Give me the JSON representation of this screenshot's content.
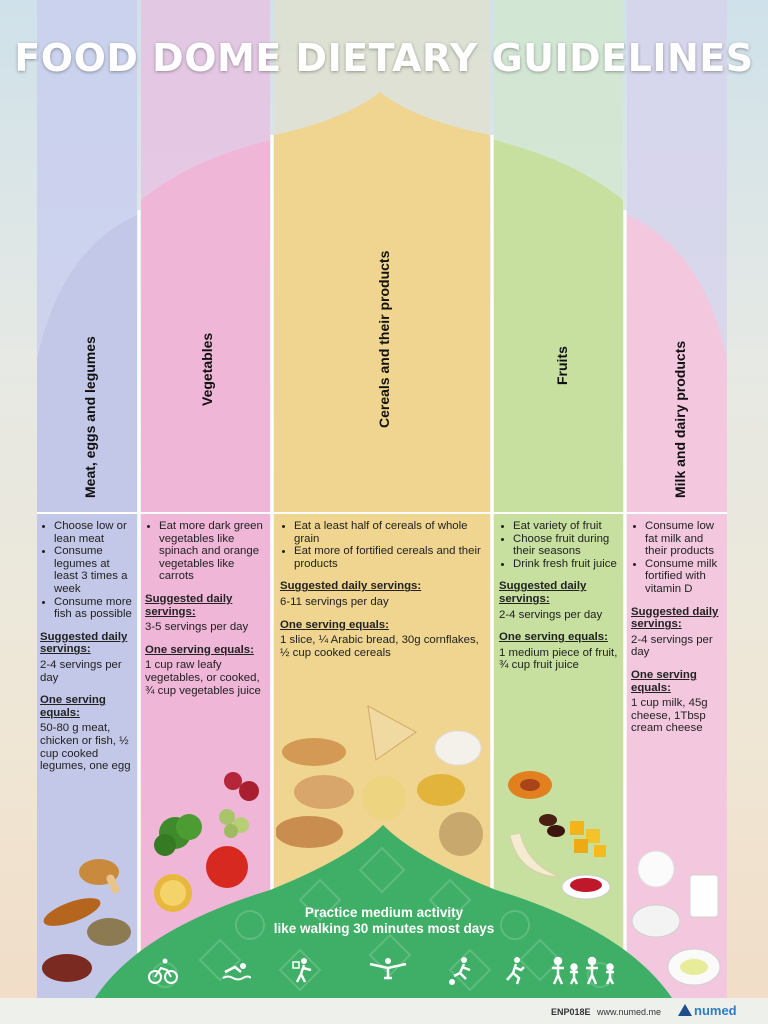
{
  "title": "FOOD DOME DIETARY GUIDELINES",
  "colors": {
    "meat": "#c4c8e8",
    "vegetables": "#efb6d8",
    "cereals": "#efd58f",
    "fruits": "#c7e0a0",
    "dairy": "#f3c8df",
    "dome_green": "#3fae66"
  },
  "groups": {
    "meat": {
      "name": "Meat, eggs and legumes",
      "tips": [
        "Choose low or lean meat",
        "Consume legumes at least 3 times a week",
        "Consume more fish as possible"
      ],
      "servings_heading": "Suggested daily servings:",
      "servings": "2-4 servings per day",
      "equals_heading": "One serving equals:",
      "equals": "50-80 g meat, chicken or fish, ½  cup cooked legumes, one egg"
    },
    "vegetables": {
      "name": "Vegetables",
      "tips": [
        "Eat more dark green vegetables like spinach and orange vegetables like carrots"
      ],
      "servings_heading": "Suggested daily servings:",
      "servings": "3-5 servings per day",
      "equals_heading": "One serving equals:",
      "equals": "1 cup raw leafy vegetables, or cooked, ¾ cup vegetables juice"
    },
    "cereals": {
      "name": "Cereals and their products",
      "tips": [
        "Eat a least half of cereals of whole grain",
        "Eat more of fortified cereals and their products"
      ],
      "servings_heading": "Suggested daily servings:",
      "servings": "6-11 servings per day",
      "equals_heading": "One serving equals:",
      "equals": "1 slice, ¼ Arabic bread, 30g cornflakes, ½ cup cooked cereals"
    },
    "fruits": {
      "name": "Fruits",
      "tips": [
        "Eat variety of fruit",
        "Choose fruit during their seasons",
        "Drink fresh fruit juice"
      ],
      "servings_heading": "Suggested daily servings:",
      "servings": "2-4 servings per day",
      "equals_heading": "One serving equals:",
      "equals": "1 medium piece of fruit, ¾ cup fruit juice"
    },
    "dairy": {
      "name": "Milk and dairy products",
      "tips": [
        "Consume low fat milk and their products",
        "Consume milk fortified with vitamin D"
      ],
      "servings_heading": "Suggested daily servings:",
      "servings": "2-4 servings per day",
      "equals_heading": "One serving equals:",
      "equals": "1 cup milk, 45g cheese, 1Tbsp cream cheese"
    }
  },
  "activity": {
    "line1": "Practice medium activity",
    "line2": "like walking 30 minutes most days",
    "icons": [
      "cycling-icon",
      "swimming-icon",
      "gardening-icon",
      "stretching-icon",
      "football-icon",
      "running-icon",
      "family-walking-icon"
    ]
  },
  "footer": {
    "code": "ENP018E",
    "url": "www.numed.me",
    "brand": "numed"
  }
}
